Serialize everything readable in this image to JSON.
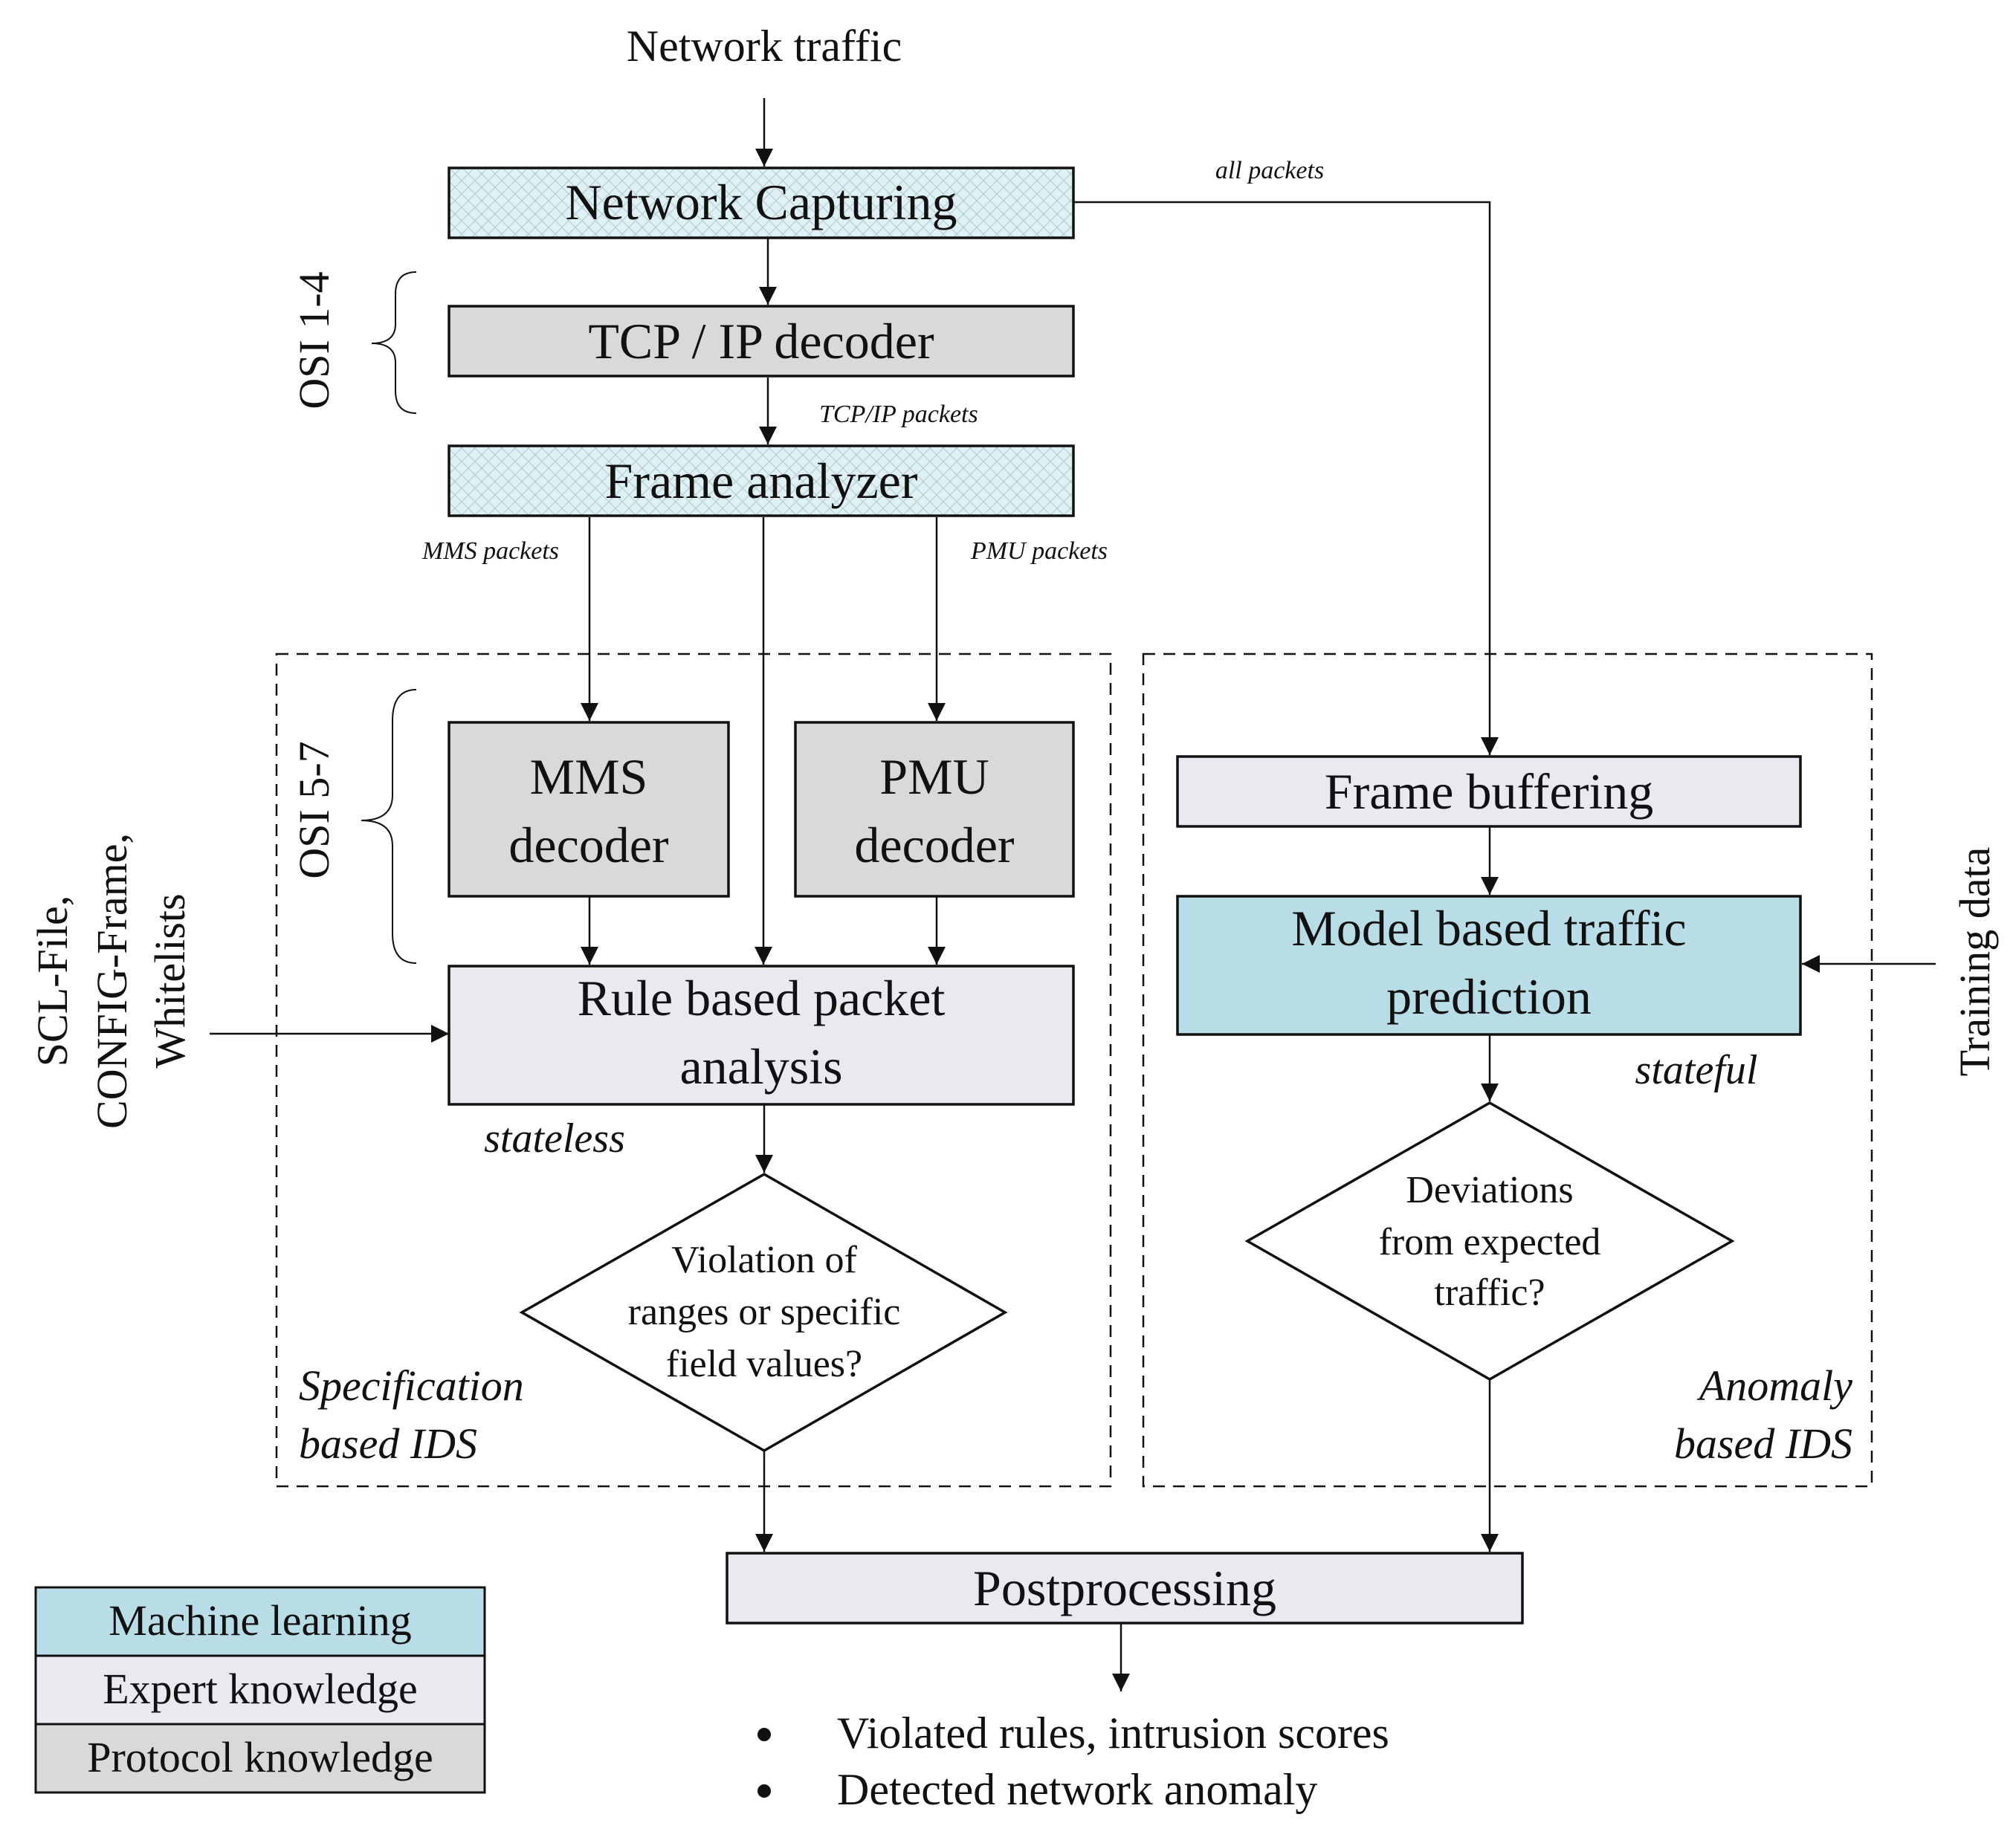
{
  "colors": {
    "machine_learning": "#b9dde6",
    "expert_knowledge": "#ebe8f0",
    "protocol_knowledge": "#d9d9d9",
    "capture_fill": "#dff1f4",
    "stroke": "#111111"
  },
  "input": {
    "label": "Network traffic"
  },
  "boxes": {
    "network_capturing": "Network Capturing",
    "tcp_ip_decoder": "TCP / IP decoder",
    "frame_analyzer": "Frame analyzer",
    "mms_decoder": [
      "MMS",
      "decoder"
    ],
    "pmu_decoder": [
      "PMU",
      "decoder"
    ],
    "rule_analysis": [
      "Rule based packet",
      "analysis"
    ],
    "frame_buffering": "Frame buffering",
    "model_prediction": [
      "Model based traffic",
      "prediction"
    ],
    "postprocessing": "Postprocessing"
  },
  "edge_labels": {
    "all_packets": "all packets",
    "tcp_ip_packets": "TCP/IP packets",
    "mms_packets": "MMS packets",
    "pmu_packets": "PMU packets"
  },
  "decisions": {
    "violation": [
      "Violation of",
      "ranges or specific",
      "field values?"
    ],
    "deviation": [
      "Deviations",
      "from expected",
      "traffic?"
    ]
  },
  "brackets": {
    "osi_low": "OSI 1-4",
    "osi_high": "OSI 5-7"
  },
  "state_labels": {
    "stateless": "stateless",
    "stateful": "stateful"
  },
  "regions": {
    "specification": [
      "Specification",
      "based IDS"
    ],
    "anomaly": [
      "Anomaly",
      "based IDS"
    ]
  },
  "side_inputs": {
    "left": [
      "SCL-File,",
      "CONFIG-Frame,",
      "Whitelists"
    ],
    "right": "Training data"
  },
  "legend": [
    "Machine learning",
    "Expert knowledge",
    "Protocol knowledge"
  ],
  "outputs": [
    "Violated rules, intrusion scores",
    "Detected network anomaly"
  ]
}
